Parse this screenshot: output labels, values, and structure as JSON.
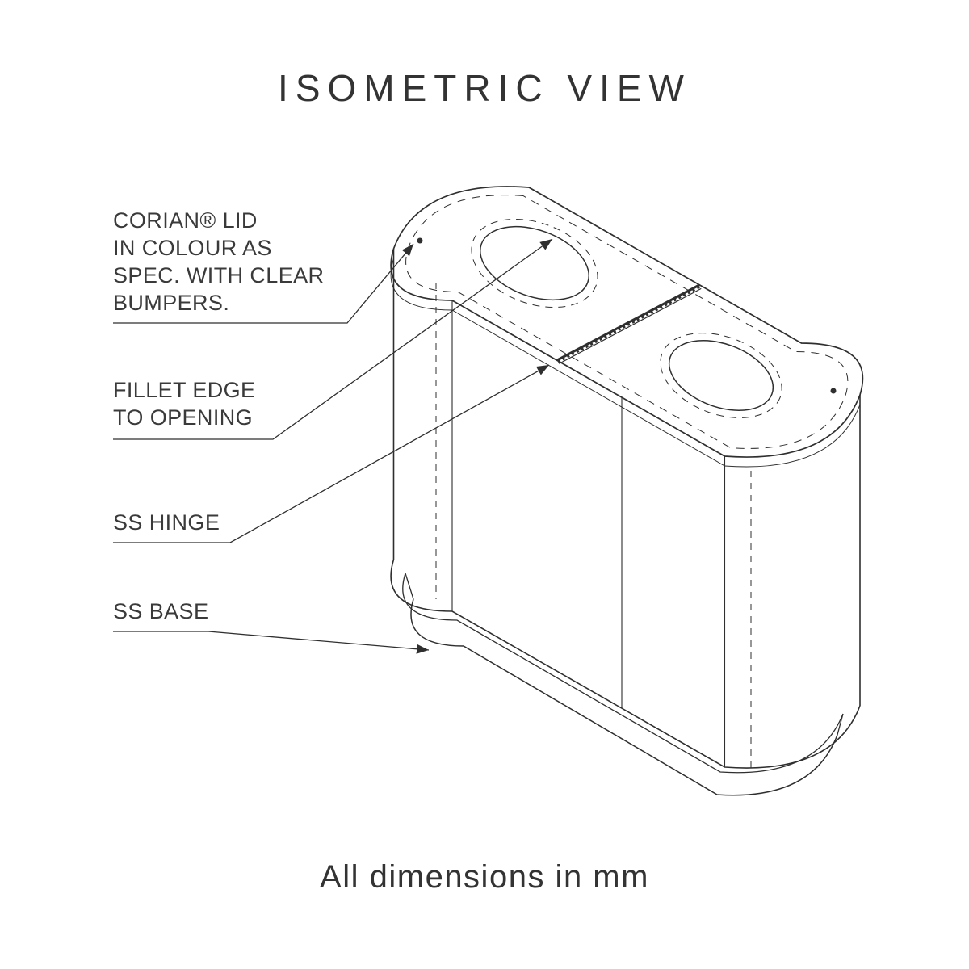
{
  "title": "ISOMETRIC VIEW",
  "footer": {
    "note": "All dimensions in mm"
  },
  "labels": {
    "corian": {
      "line1": "CORIAN® LID",
      "line2": "IN COLOUR AS",
      "line3": "SPEC. WITH CLEAR",
      "line4": "BUMPERS."
    },
    "fillet": {
      "line1": "FILLET EDGE",
      "line2": "TO OPENING"
    },
    "hinge": "SS HINGE",
    "base": "SS BASE"
  },
  "drawing": {
    "subject": "dual-compartment bin with corian lid, two round openings, ss hinge and ss base",
    "view": "isometric"
  },
  "colors": {
    "background": "#ffffff",
    "line": "#2f2f2f",
    "text": "#3a3a3a",
    "title": "#333333"
  }
}
